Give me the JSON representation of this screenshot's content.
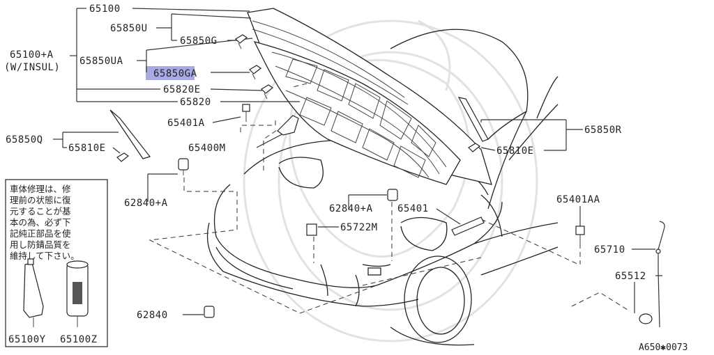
{
  "diagram": {
    "labels": {
      "p65100": "65100",
      "p65850U": "65850U",
      "p65850G": "65850G",
      "p65100A": "65100+A",
      "p65100A_note": "(W/INSUL)",
      "p65850UA": "65850UA",
      "p65850GA": "65850GA",
      "p65820E": "65820E",
      "p65820": "65820",
      "p65401A": "65401A",
      "p65850Q": "65850Q",
      "p65810E_left": "65810E",
      "p65400M": "65400M",
      "p62840A_left": "62840+A",
      "p62840A_mid": "62840+A",
      "p65401": "65401",
      "p65722M": "65722M",
      "p65850R": "65850R",
      "p65810E_right": "65810E",
      "p65401AA": "65401AA",
      "p65710": "65710",
      "p65512": "65512",
      "p62840": "62840",
      "p65100Y": "65100Y",
      "p65100Z": "65100Z",
      "figure_code": "A650✱0073"
    },
    "notice": [
      "車体修理は、修",
      "理前の状態に復",
      "元することが基",
      "本の為、必ず下",
      "記純正部品を使",
      "用し防錆品質を",
      "維持して下さい。"
    ],
    "highlighted_part": "65850GA",
    "highlight_color": "#8c8cd9"
  }
}
